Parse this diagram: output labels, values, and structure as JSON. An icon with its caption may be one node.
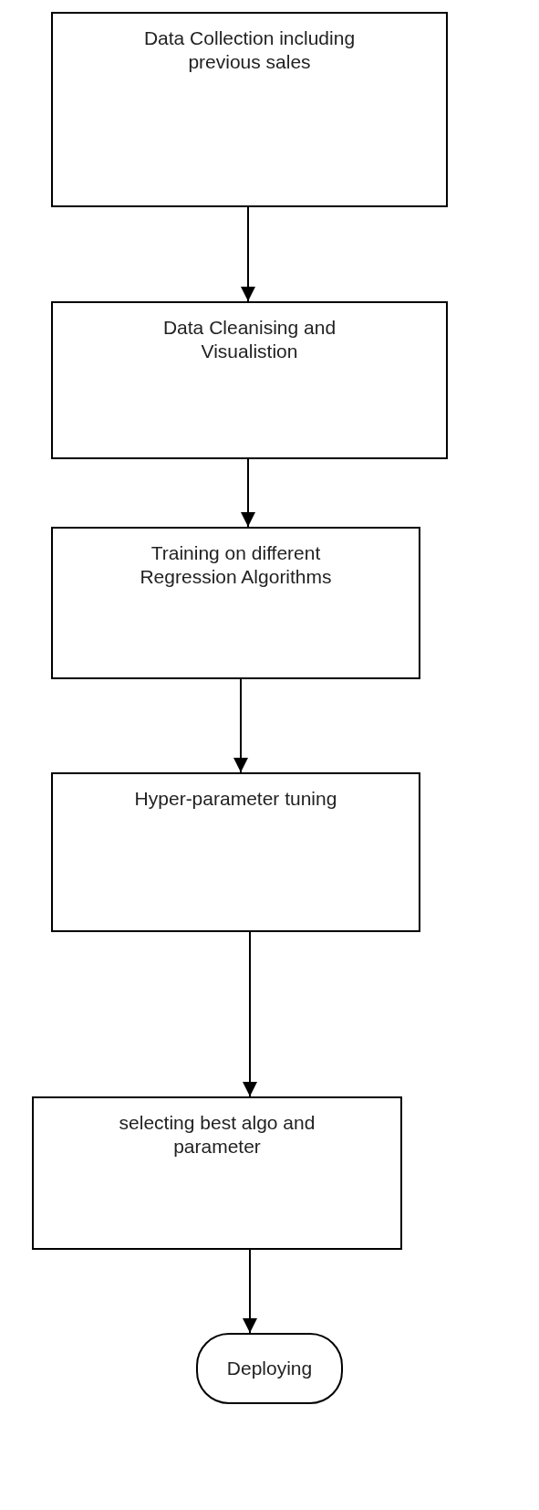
{
  "diagram": {
    "nodes": [
      {
        "text": [
          "Data Collection including previous sales"
        ]
      },
      {
        "text": [
          "Data Cleanising and Visualistion"
        ]
      },
      {
        "text": [
          "Training on different Regression Algorithms"
        ]
      },
      {
        "text": [
          "Hyper-parameter tuning"
        ]
      },
      {
        "text": [
          "selecting best algo and parameter"
        ]
      },
      {
        "text": [
          "Deploying"
        ]
      }
    ],
    "edges": [
      {
        "from": 0,
        "to": 1,
        "arrow": "to"
      },
      {
        "from": 1,
        "to": 2,
        "arrow": "to"
      },
      {
        "from": 2,
        "to": 3,
        "arrow": "to"
      },
      {
        "from": 3,
        "to": 4,
        "arrow": "to"
      },
      {
        "from": 4,
        "to": 5,
        "arrow": "to"
      }
    ]
  }
}
